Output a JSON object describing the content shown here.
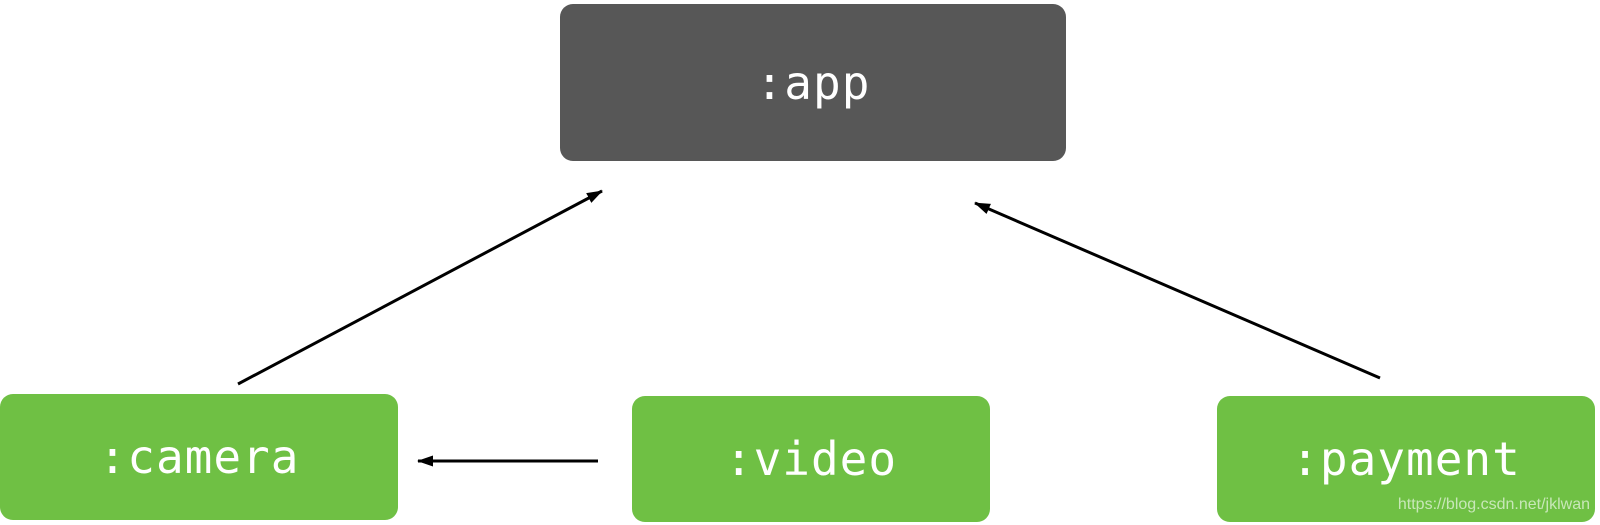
{
  "diagram": {
    "type": "module-dependency-graph",
    "background_color": "#ffffff",
    "edge_color": "#000000",
    "nodes": [
      {
        "id": "app",
        "label": ":app",
        "fill": "#575757",
        "text_color": "#ffffff"
      },
      {
        "id": "camera",
        "label": ":camera",
        "fill": "#6fc044",
        "text_color": "#ffffff"
      },
      {
        "id": "video",
        "label": ":video",
        "fill": "#6fc044",
        "text_color": "#ffffff"
      },
      {
        "id": "payment",
        "label": ":payment",
        "fill": "#6fc044",
        "text_color": "#ffffff"
      }
    ],
    "edges": [
      {
        "from": "camera",
        "to": "app",
        "line": [
          238,
          384,
          602,
          191
        ]
      },
      {
        "from": "payment",
        "to": "app",
        "line": [
          1380,
          378,
          975,
          203
        ]
      },
      {
        "from": "video",
        "to": "camera",
        "line": [
          598,
          461,
          418,
          461
        ]
      }
    ]
  },
  "watermark": {
    "text": "https://blog.csdn.net/jklwan"
  }
}
